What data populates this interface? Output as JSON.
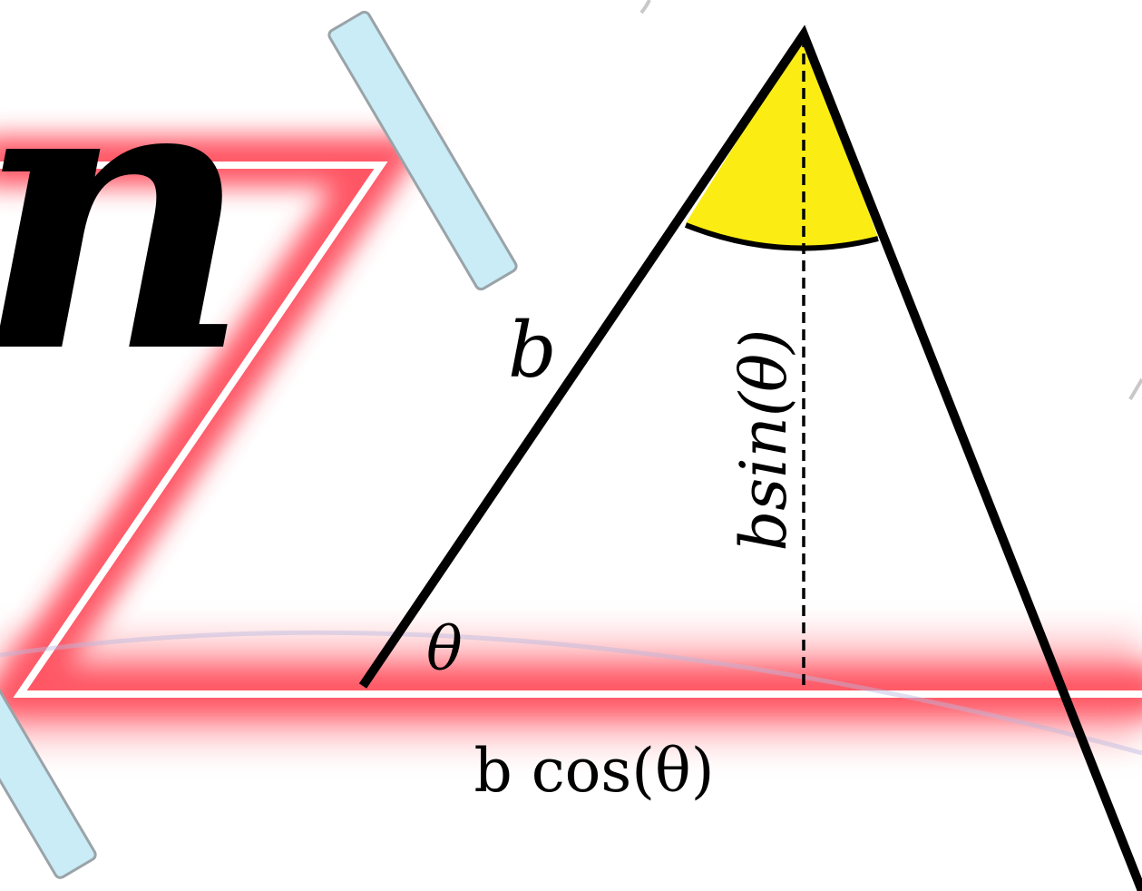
{
  "diagram": {
    "labels": {
      "hypotenuse": "b",
      "angle": "θ",
      "base": "b cos(θ)",
      "height": "bsin(θ)",
      "partial_glyph": "n"
    },
    "colors": {
      "triangle_stroke": "#000000",
      "angle_sector": "#fbed13",
      "laser_beam": "#ff3848",
      "beam_core": "#ffffff",
      "mirror_fill": "#c9ecf6",
      "mirror_stroke": "#9aa3a8",
      "background": "#ffffff"
    }
  }
}
